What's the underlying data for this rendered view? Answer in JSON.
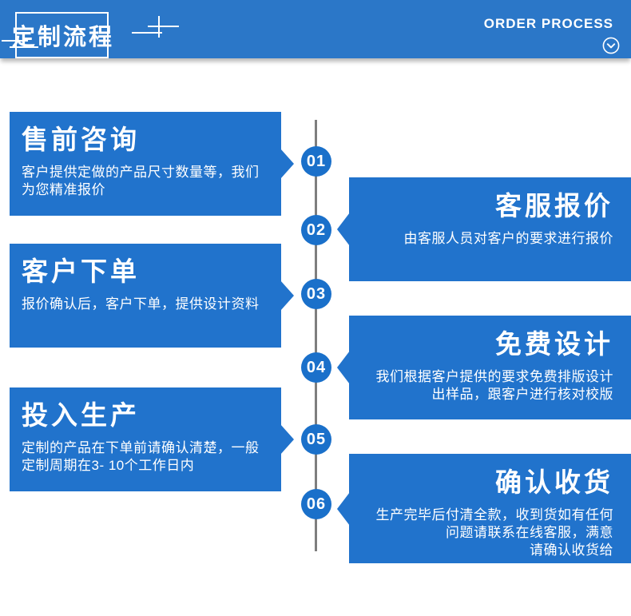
{
  "header": {
    "title": "定制流程",
    "subtitle": "ORDER PROCESS",
    "chevron_icon": "chevron-down-circle",
    "bg_color": "#2b77c8"
  },
  "timeline": {
    "line_color": "#7e7e7e",
    "node_color": "#1a70ca"
  },
  "steps": [
    {
      "number": "01",
      "side": "left",
      "title": "售前咨询",
      "description": "客户提供定做的产品尺寸数量等，我们\n为您精准报价"
    },
    {
      "number": "02",
      "side": "right",
      "title": "客服报价",
      "description": "由客服人员对客户的要求进行报价"
    },
    {
      "number": "03",
      "side": "left",
      "title": "客户下单",
      "description": "报价确认后，客户下单，提供设计资料"
    },
    {
      "number": "04",
      "side": "right",
      "title": "免费设计",
      "description": "我们根据客户提供的要求免费排版设计\n出样品，跟客户进行核对校版"
    },
    {
      "number": "05",
      "side": "left",
      "title": "投入生产",
      "description": "定制的产品在下单前请确认清楚，一般\n定制周期在3- 10个工作日内"
    },
    {
      "number": "06",
      "side": "right",
      "title": "确认收货",
      "description": "生产完毕后付清全款，收到货如有任何\n问题请联系在线客服，满意\n请确认收货给"
    }
  ],
  "colors": {
    "box_blue": "#2173cc",
    "header_blue": "#2b77c8",
    "node_blue": "#1a70ca",
    "line_gray": "#7e7e7e"
  }
}
